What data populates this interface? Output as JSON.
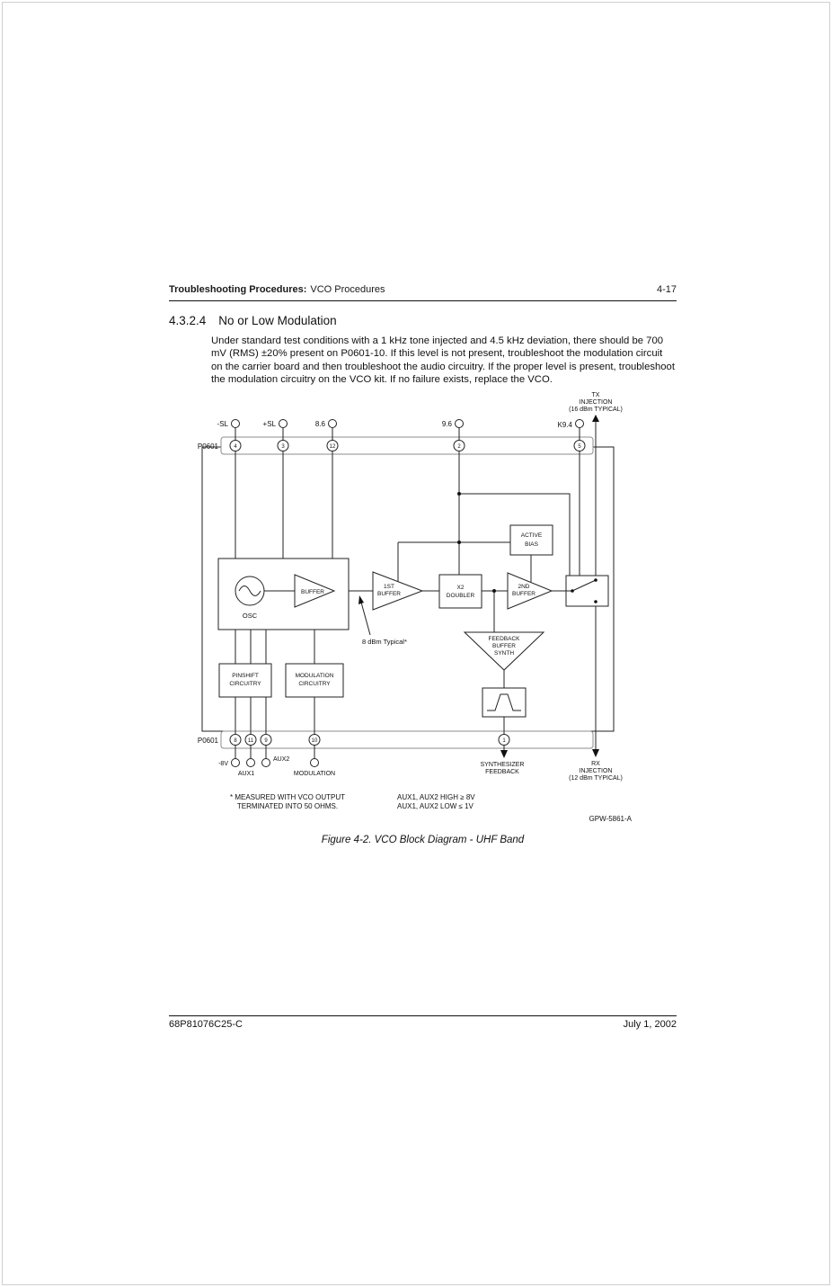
{
  "page": {
    "header": {
      "title_bold": "Troubleshooting Procedures:",
      "title_rest": "VCO Procedures",
      "page_number": "4-17"
    },
    "section": {
      "number": "4.3.2.4",
      "title": "No or Low Modulation"
    },
    "body": "Under standard test conditions with a 1 kHz tone injected and 4.5 kHz deviation, there should be 700 mV (RMS) ±20% present on P0601-10. If this level is not present, troubleshoot the modulation circuit on the carrier board and then troubleshoot the audio circuitry. If the proper level is present, troubleshoot the modulation circuitry on the VCO kit. If no failure exists, replace the VCO.",
    "figure_caption": "Figure 4-2.  VCO Block Diagram - UHF Band",
    "footer": {
      "doc_number": "68P81076C25-C",
      "date": "July 1, 2002"
    }
  },
  "diagram": {
    "connector_top": {
      "label": "P0601",
      "pins": [
        "4",
        "3",
        "12",
        "2",
        "5"
      ]
    },
    "connector_bottom": {
      "label": "P0601",
      "pins": [
        "8",
        "11",
        "9",
        "10",
        "1"
      ]
    },
    "top_terminals": {
      "sl_neg": "-SL",
      "sl_pos": "+SL",
      "v86": "8.6",
      "v96": "9.6",
      "k94": "K9.4"
    },
    "tx_injection": [
      "TX",
      "INJECTION",
      "(16 dBm TYPICAL)"
    ],
    "rx_injection": [
      "RX",
      "INJECTION",
      "(12 dBm TYPICAL)"
    ],
    "blocks": {
      "osc": "OSC",
      "buffer": "BUFFER",
      "first_buffer": [
        "1ST",
        "BUFFER"
      ],
      "doubler": [
        "X2",
        "DOUBLER"
      ],
      "second_buffer": [
        "2ND",
        "BUFFER"
      ],
      "active_bias": [
        "ACTIVE",
        "BIAS"
      ],
      "feedback_buffer": [
        "FEEDBACK",
        "BUFFER",
        "SYNTH"
      ],
      "pinshift": [
        "PINSHIFT",
        "CIRCUITRY"
      ],
      "modulation": [
        "MODULATION",
        "CIRCUITRY"
      ]
    },
    "labels": {
      "level": "8 dBm Typical*",
      "neg8v": "-8V",
      "aux1": "AUX1",
      "aux2": "AUX2",
      "modulation": "MODULATION",
      "synth_feedback": [
        "SYNTHESIZER",
        "FEEDBACK"
      ]
    },
    "notes": {
      "measured": [
        "* MEASURED WITH VCO OUTPUT",
        "TERMINATED INTO 50 OHMS."
      ],
      "aux_levels": [
        "AUX1, AUX2 HIGH ≥ 8V",
        "AUX1, AUX2 LOW ≤ 1V"
      ]
    },
    "drawing_number": "GPW-5861-A"
  }
}
